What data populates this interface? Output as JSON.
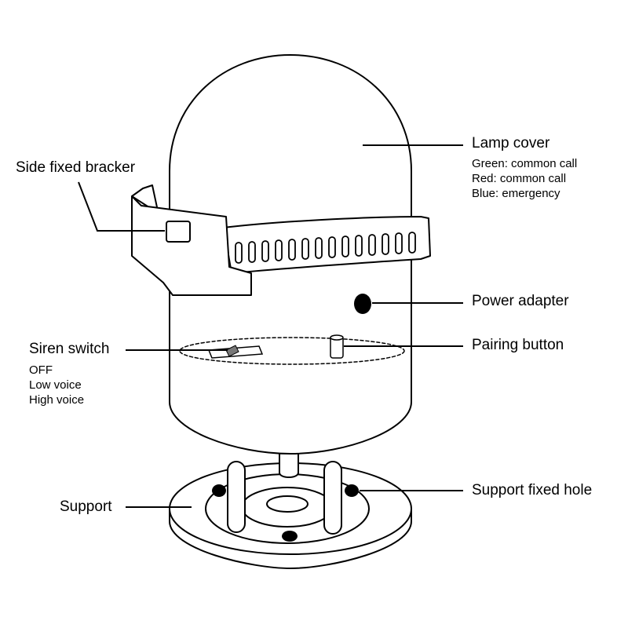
{
  "labels": {
    "lamp_cover": "Lamp cover",
    "lamp_cover_notes": [
      "Green: common call",
      "Red: common call",
      "Blue: emergency"
    ],
    "side_bracket": "Side fixed bracker",
    "power_adapter": "Power adapter",
    "pairing_button": "Pairing button",
    "siren_switch": "Siren switch",
    "siren_options": [
      "OFF",
      "Low voice",
      "High voice"
    ],
    "support": "Support",
    "support_hole": "Support fixed hole"
  }
}
